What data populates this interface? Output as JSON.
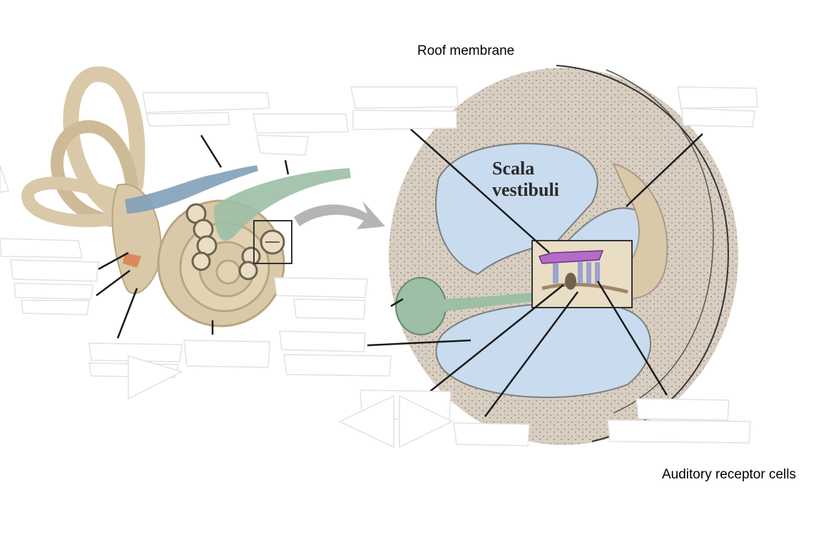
{
  "labels": {
    "roof_membrane": "Roof membrane",
    "auditory_receptor_cells": "Auditory receptor cells",
    "scala_line1": "Scala",
    "scala_line2": "vestibuli"
  },
  "colors": {
    "bone_tan": "#d9c9a8",
    "bone_shadow": "#b9a67f",
    "fluid_blue": "#c9dbee",
    "nerve_blue": "#7fa0b8",
    "nerve_green": "#9cbfa6",
    "roof_purple": "#b46cc6",
    "speckle": "#a89a88",
    "arrow_gray": "#b5b5b5"
  }
}
